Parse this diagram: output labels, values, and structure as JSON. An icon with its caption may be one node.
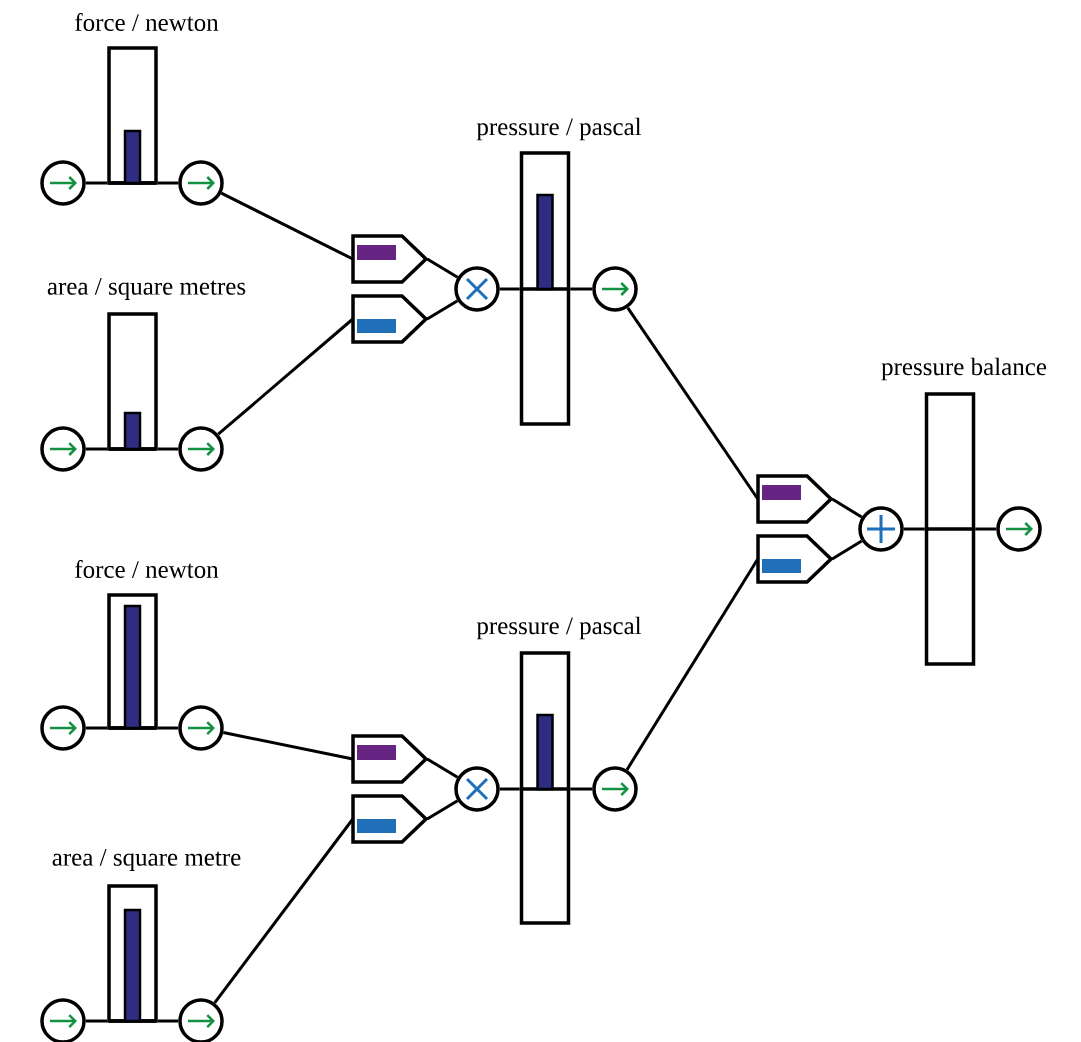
{
  "diagram": {
    "nodes": [
      {
        "text": [
          "force / newton"
        ]
      },
      {
        "text": [],
        "shape": "circle"
      },
      {
        "text": [],
        "shape": "circle"
      },
      {
        "text": [
          "pressure / pascal"
        ]
      },
      {
        "text": [],
        "shape": "pentagon"
      },
      {
        "text": [],
        "shape": "pentagon"
      },
      {
        "text": [],
        "shape": "circle"
      },
      {
        "text": [],
        "shape": "circle"
      },
      {
        "text": [
          "area / square metres"
        ]
      },
      {
        "text": [],
        "shape": "circle"
      },
      {
        "text": [],
        "shape": "circle"
      },
      {
        "text": [
          "pressure balance"
        ]
      },
      {
        "text": [],
        "shape": "pentagon"
      },
      {
        "text": [],
        "shape": "pentagon"
      },
      {
        "text": [],
        "shape": "circle"
      },
      {
        "text": [],
        "shape": "circle"
      },
      {
        "text": [
          "force / newton"
        ]
      },
      {
        "text": [],
        "shape": "circle"
      },
      {
        "text": [],
        "shape": "circle"
      },
      {
        "text": [
          "pressure / pascal"
        ]
      },
      {
        "text": [],
        "shape": "pentagon"
      },
      {
        "text": [],
        "shape": "pentagon"
      },
      {
        "text": [],
        "shape": "circle"
      },
      {
        "text": [],
        "shape": "circle"
      },
      {
        "text": [
          "area / square metre"
        ]
      },
      {
        "text": [],
        "shape": "circle"
      },
      {
        "text": [],
        "shape": "circle"
      }
    ],
    "edges": [
      {
        "from": 1,
        "to": 0,
        "arrow": "none"
      },
      {
        "from": 0,
        "to": 2,
        "arrow": "none"
      },
      {
        "from": 2,
        "to": 4,
        "arrow": "none"
      },
      {
        "from": 9,
        "to": 8,
        "arrow": "none"
      },
      {
        "from": 8,
        "to": 10,
        "arrow": "none"
      },
      {
        "from": 10,
        "to": 5,
        "arrow": "none"
      },
      {
        "from": 4,
        "to": 6,
        "arrow": "none"
      },
      {
        "from": 5,
        "to": 6,
        "arrow": "none"
      },
      {
        "from": 6,
        "to": 3,
        "arrow": "none"
      },
      {
        "from": 3,
        "to": 7,
        "arrow": "none"
      },
      {
        "from": 7,
        "to": 12,
        "arrow": "none"
      },
      {
        "from": 17,
        "to": 16,
        "arrow": "none"
      },
      {
        "from": 16,
        "to": 18,
        "arrow": "none"
      },
      {
        "from": 18,
        "to": 20,
        "arrow": "none"
      },
      {
        "from": 25,
        "to": 24,
        "arrow": "none"
      },
      {
        "from": 24,
        "to": 26,
        "arrow": "none"
      },
      {
        "from": 26,
        "to": 21,
        "arrow": "none"
      },
      {
        "from": 20,
        "to": 22,
        "arrow": "none"
      },
      {
        "from": 21,
        "to": 22,
        "arrow": "none"
      },
      {
        "from": 22,
        "to": 19,
        "arrow": "none"
      },
      {
        "from": 19,
        "to": 23,
        "arrow": "none"
      },
      {
        "from": 23,
        "to": 13,
        "arrow": "none"
      },
      {
        "from": 12,
        "to": 14,
        "arrow": "none"
      },
      {
        "from": 13,
        "to": 14,
        "arrow": "none"
      },
      {
        "from": 14,
        "to": 11,
        "arrow": "none"
      },
      {
        "from": 11,
        "to": 15,
        "arrow": "none"
      }
    ]
  }
}
